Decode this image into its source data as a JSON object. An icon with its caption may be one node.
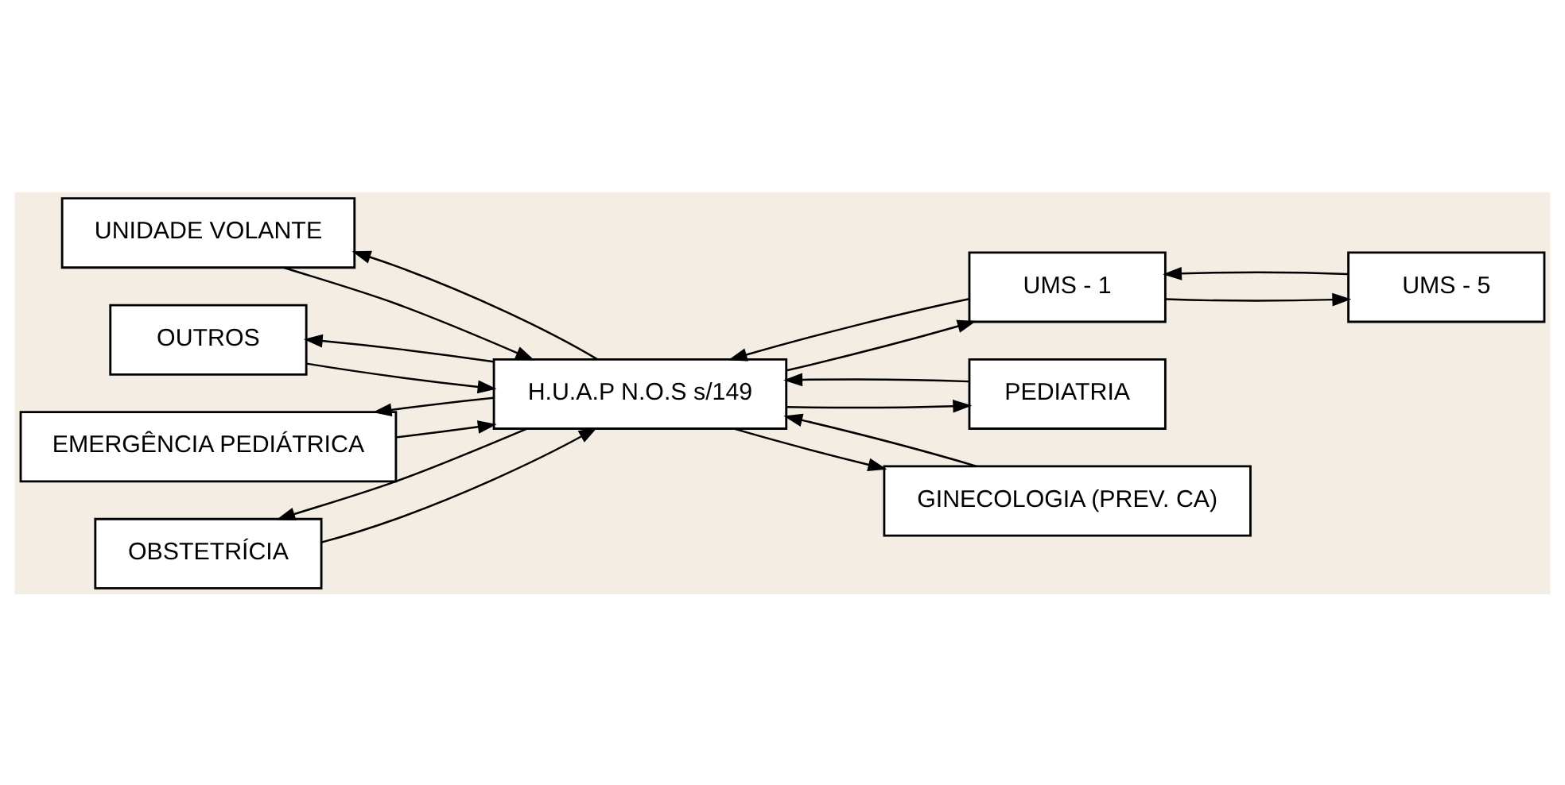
{
  "diagram": {
    "nodes": [
      {
        "text": [
          "UMS - 5"
        ]
      },
      {
        "text": [
          "UMS - 1"
        ]
      },
      {
        "text": [
          "UNIDADE VOLANTE"
        ]
      },
      {
        "text": [
          "H.U.A.P N.O.S s/149"
        ]
      },
      {
        "text": [
          "OUTROS"
        ]
      },
      {
        "text": [
          "PEDIATRIA"
        ]
      },
      {
        "text": [
          "EMERGÊNCIA PEDIÁTRICA"
        ]
      },
      {
        "text": [
          "GINECOLOGIA (PREV. CA)"
        ]
      },
      {
        "text": [
          "OBSTETRÍCIA"
        ]
      }
    ],
    "edges": [
      {
        "from": 1,
        "to": 0,
        "arrow": "to"
      },
      {
        "from": 0,
        "to": 1,
        "arrow": "to"
      },
      {
        "from": 3,
        "to": 1,
        "arrow": "to"
      },
      {
        "from": 1,
        "to": 3,
        "arrow": "to"
      },
      {
        "from": 2,
        "to": 3,
        "arrow": "to"
      },
      {
        "from": 3,
        "to": 2,
        "arrow": "to"
      },
      {
        "from": 4,
        "to": 3,
        "arrow": "to"
      },
      {
        "from": 3,
        "to": 4,
        "arrow": "to"
      },
      {
        "from": 3,
        "to": 5,
        "arrow": "to"
      },
      {
        "from": 5,
        "to": 3,
        "arrow": "to"
      },
      {
        "from": 6,
        "to": 3,
        "arrow": "to"
      },
      {
        "from": 3,
        "to": 6,
        "arrow": "to"
      },
      {
        "from": 3,
        "to": 7,
        "arrow": "to"
      },
      {
        "from": 7,
        "to": 3,
        "arrow": "to"
      },
      {
        "from": 8,
        "to": 3,
        "arrow": "to"
      },
      {
        "from": 3,
        "to": 8,
        "arrow": "to"
      }
    ]
  }
}
